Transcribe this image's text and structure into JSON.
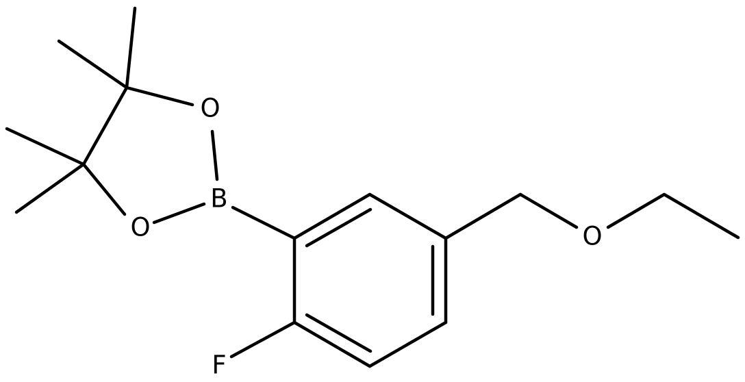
{
  "molecule": {
    "atoms": {
      "boron": "B",
      "oxygen_upper": "O",
      "oxygen_lower": "O",
      "oxygen_ether": "O",
      "fluorine": "F"
    },
    "colors": {
      "bond": "#000000",
      "label": "#000000",
      "background": "#ffffff"
    }
  }
}
